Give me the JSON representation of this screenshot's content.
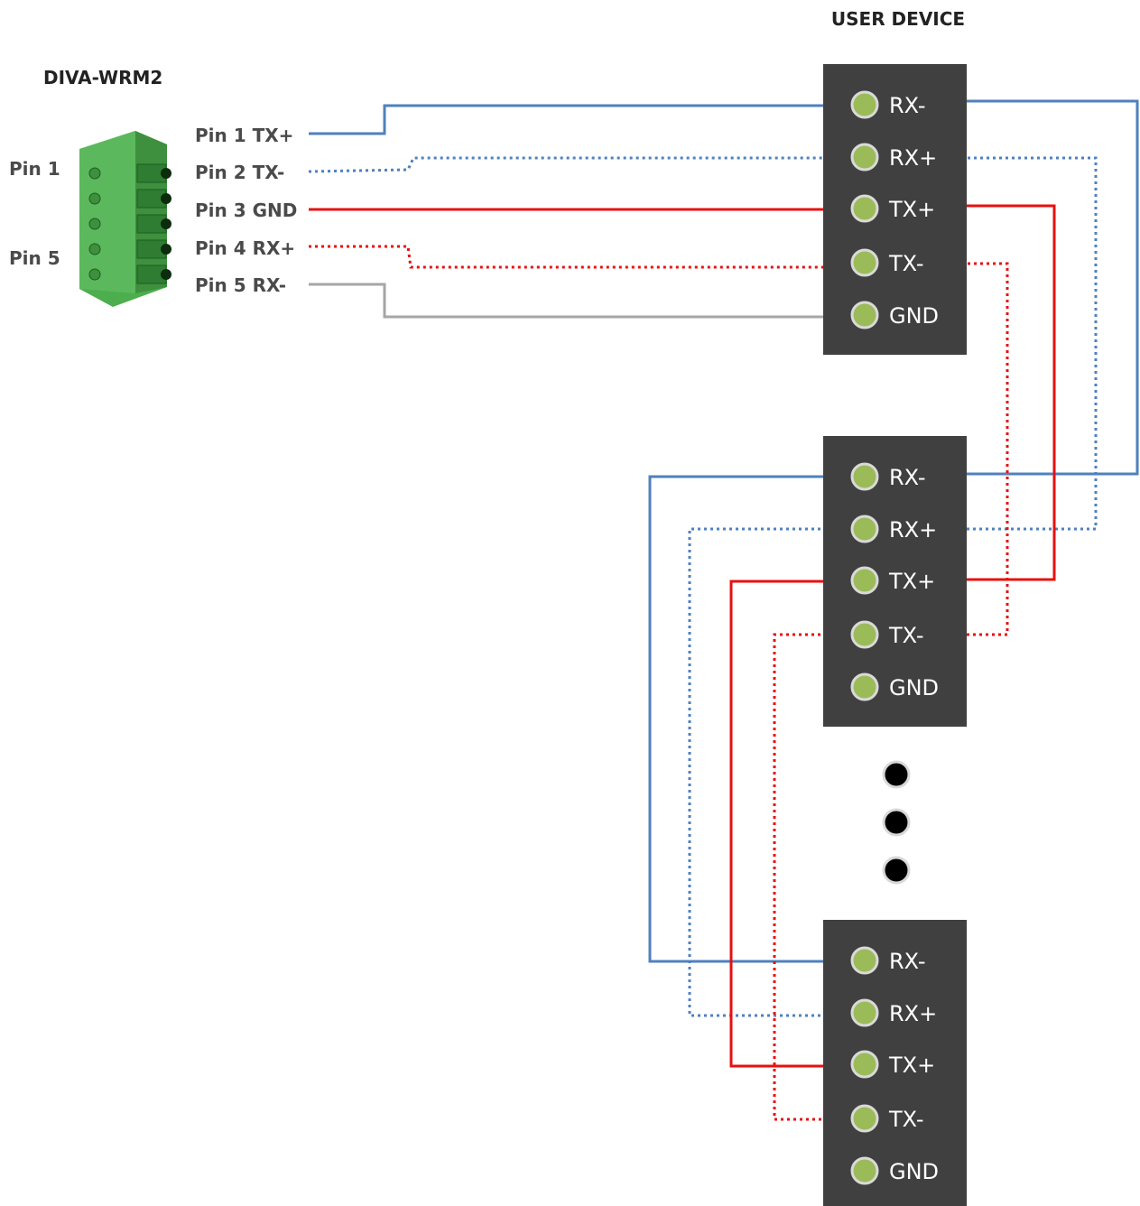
{
  "device_title": "DIVA-WRM2",
  "user_title": "USER DEVICE",
  "connector_pin_labels": {
    "first": "Pin 1",
    "last": "Pin 5"
  },
  "diva_pins": [
    "Pin 1 TX+",
    "Pin 2 TX-",
    "Pin 3 GND",
    "Pin 4 RX+",
    "Pin 5 RX-"
  ],
  "terminal_labels": [
    "RX-",
    "RX+",
    "TX+",
    "TX-",
    "GND"
  ],
  "colors": {
    "blue": "#4f81bd",
    "red": "#e81010",
    "gray": "#a6a6a6",
    "block": "#404040",
    "terminal": "#9bbb59",
    "connector": "#5cb85c"
  }
}
